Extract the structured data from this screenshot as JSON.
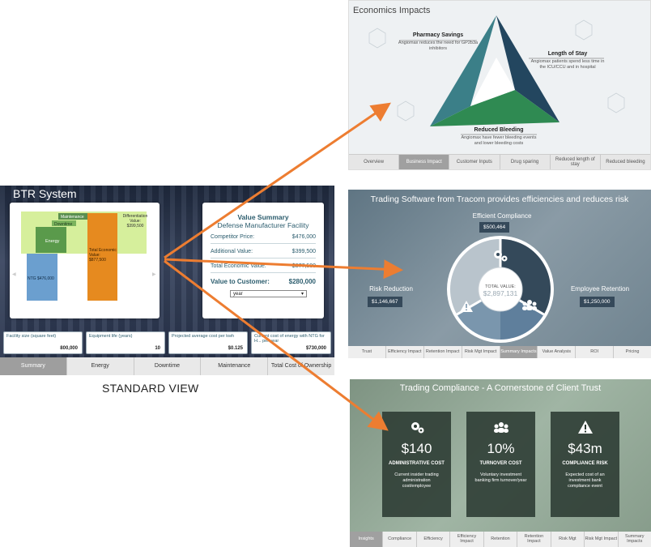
{
  "btr": {
    "title": "BTR System",
    "chart_labels": {
      "maintenance": "Maintenance",
      "downtime": "Downtime",
      "energy": "Energy",
      "ntg": "NTG $476,000",
      "total_economic": "Total Economic Value: $877,500",
      "differentiation": "Differentiation Value: $399,500"
    },
    "value_summary": {
      "title": "Value Summary",
      "subtitle": "Defense Manufacturer Facility",
      "rows": [
        {
          "label": "Competitor Price:",
          "value": "$476,000"
        },
        {
          "label": "Additional Value:",
          "value": "$399,500"
        },
        {
          "label": "Total Economic Value:",
          "value": "$877,500"
        }
      ],
      "value_to_customer_label": "Value to Customer:",
      "value_to_customer": "$280,000",
      "select_value": "year"
    },
    "inputs": [
      {
        "label": "Facility size (square feet)",
        "value": "800,000"
      },
      {
        "label": "Equipment life (years)",
        "value": "10"
      },
      {
        "label": "Projected average cost per kwh",
        "value": "$0.125"
      },
      {
        "label": "Current cost of energy with NTG for H... per year",
        "value": "$730,000"
      }
    ],
    "tabs": [
      "Summary",
      "Energy",
      "Downtime",
      "Maintenance",
      "Total Cost of Ownership"
    ],
    "active_tab": "Summary"
  },
  "standard_view": "STANDARD VIEW",
  "economics": {
    "title": "Economics Impacts",
    "items": [
      {
        "title": "Pharmacy Savings",
        "desc": "Angiomax reduces the need for GP2b3a inhibitors"
      },
      {
        "title": "Length of Stay",
        "desc": "Angiomax patients spend less time in the ICU/CCU and in hospital"
      },
      {
        "title": "Reduced Bleeding",
        "desc": "Angiomax have fewer bleeding events and lower bleeding costs"
      }
    ],
    "tabs": [
      "Overview",
      "Business Impact",
      "Customer Inputs",
      "Drug sparing",
      "Reduced length of stay",
      "Reduced bleeding"
    ],
    "active_tab": "Business Impact"
  },
  "trading": {
    "title": "Trading Software from Tracom provides efficiencies and reduces risk",
    "efficient_compliance": {
      "label": "Efficient Compliance",
      "value": "$500,464"
    },
    "risk_reduction": {
      "label": "Risk Reduction",
      "value": "$1,146,667"
    },
    "employee_retention": {
      "label": "Employee Retention",
      "value": "$1,250,000"
    },
    "total_label": "TOTAL VALUE:",
    "total_value": "$2,897,131",
    "tabs": [
      "Trust",
      "Efficiency Impact",
      "Retention Impact",
      "Risk Mgt Impact",
      "Summary Impacts",
      "Value Analysis",
      "ROI",
      "Pricing"
    ],
    "active_tab": "Summary Impacts"
  },
  "compliance": {
    "title": "Trading Compliance - A Cornerstone of Client Trust",
    "cards": [
      {
        "big": "$140",
        "label": "ADMINISTRATIVE COST",
        "desc": "Current insider trading administration cost/employee",
        "icon": "gears-icon"
      },
      {
        "big": "10%",
        "label": "TURNOVER COST",
        "desc": "Voluntary investment banking firm turnover/year",
        "icon": "users-icon"
      },
      {
        "big": "$43m",
        "label": "COMPLIANCE RISK",
        "desc": "Expected cost of an investment bank compliance event",
        "icon": "warning-icon"
      }
    ],
    "tabs": [
      "Insights",
      "Compliance",
      "Efficiency",
      "Efficiency Impact",
      "Retention",
      "Retention Impact",
      "Risk Mgt",
      "Risk Mgt Impact",
      "Summary Impacts"
    ],
    "active_tab": "Insights"
  },
  "colors": {
    "arrow": "#ed7d31",
    "teal_dark": "#2c5d6e",
    "triangle_teal": "#3b7f88",
    "triangle_navy": "#23465f",
    "triangle_green": "#2f8a52"
  }
}
